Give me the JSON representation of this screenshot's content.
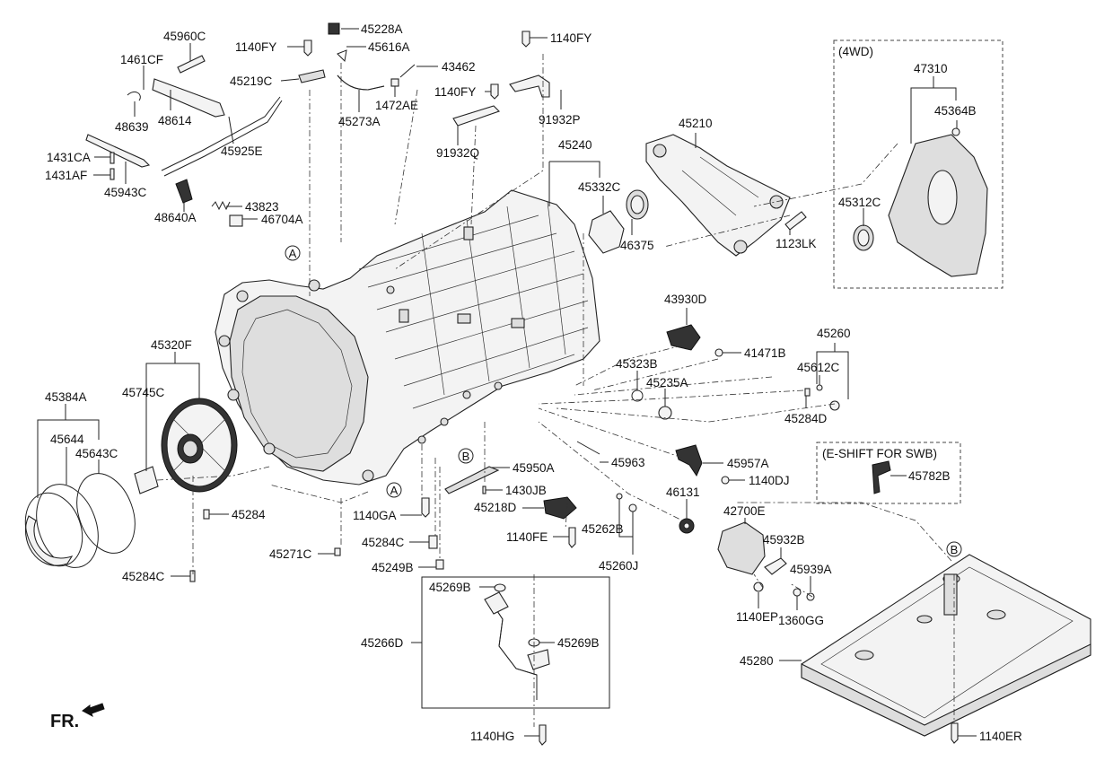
{
  "labels": {
    "l45960C": "45960C",
    "l1461CF": "1461CF",
    "l48639": "48639",
    "l48614": "48614",
    "l1431CA": "1431CA",
    "l1431AF": "1431AF",
    "l45943C": "45943C",
    "l48640A": "48640A",
    "l43823": "43823",
    "l46704A": "46704A",
    "l45925E": "45925E",
    "l1140FY_a": "1140FY",
    "l45219C": "45219C",
    "l45228A": "45228A",
    "l45616A": "45616A",
    "l45273A": "45273A",
    "l43462": "43462",
    "l1472AE": "1472AE",
    "l1140FY_b": "1140FY",
    "l1140FY_c": "1140FY",
    "l91932P": "91932P",
    "l91932Q": "91932Q",
    "l45240": "45240",
    "l45332C": "45332C",
    "l46375": "46375",
    "l45210": "45210",
    "l1123LK": "1123LK",
    "l47310": "47310",
    "l45364B": "45364B",
    "l45312C": "45312C",
    "l43930D": "43930D",
    "l41471B": "41471B",
    "l45260": "45260",
    "l45612C": "45612C",
    "l45284D": "45284D",
    "l45323B": "45323B",
    "l45235A": "45235A",
    "l45320F": "45320F",
    "l45745C": "45745C",
    "l45384A": "45384A",
    "l45644": "45644",
    "l45643C": "45643C",
    "l45284_a": "45284",
    "l45284C_a": "45284C",
    "l45963": "45963",
    "l45950A": "45950A",
    "l1430JB": "1430JB",
    "l45218D": "45218D",
    "l1140GA": "1140GA",
    "l45284C_b": "45284C",
    "l45271C": "45271C",
    "l45249B": "45249B",
    "l1140FE": "1140FE",
    "l45262B": "45262B",
    "l45260J": "45260J",
    "l45957A": "45957A",
    "l1140DJ": "1140DJ",
    "l46131": "46131",
    "l42700E": "42700E",
    "l45932B": "45932B",
    "l45939A": "45939A",
    "l1140EP": "1140EP",
    "l1360GG": "1360GG",
    "l45782B": "45782B",
    "l45269B_a": "45269B",
    "l45269B_b": "45269B",
    "l45266D": "45266D",
    "l1140HG": "1140HG",
    "l45280": "45280",
    "l1140ER": "1140ER"
  },
  "callouts": {
    "A": "A",
    "B": "B"
  },
  "boxes": {
    "fourwd_title": "(4WD)",
    "eshift_title": "(E-SHIFT FOR SWB)"
  },
  "front_marker": "FR."
}
